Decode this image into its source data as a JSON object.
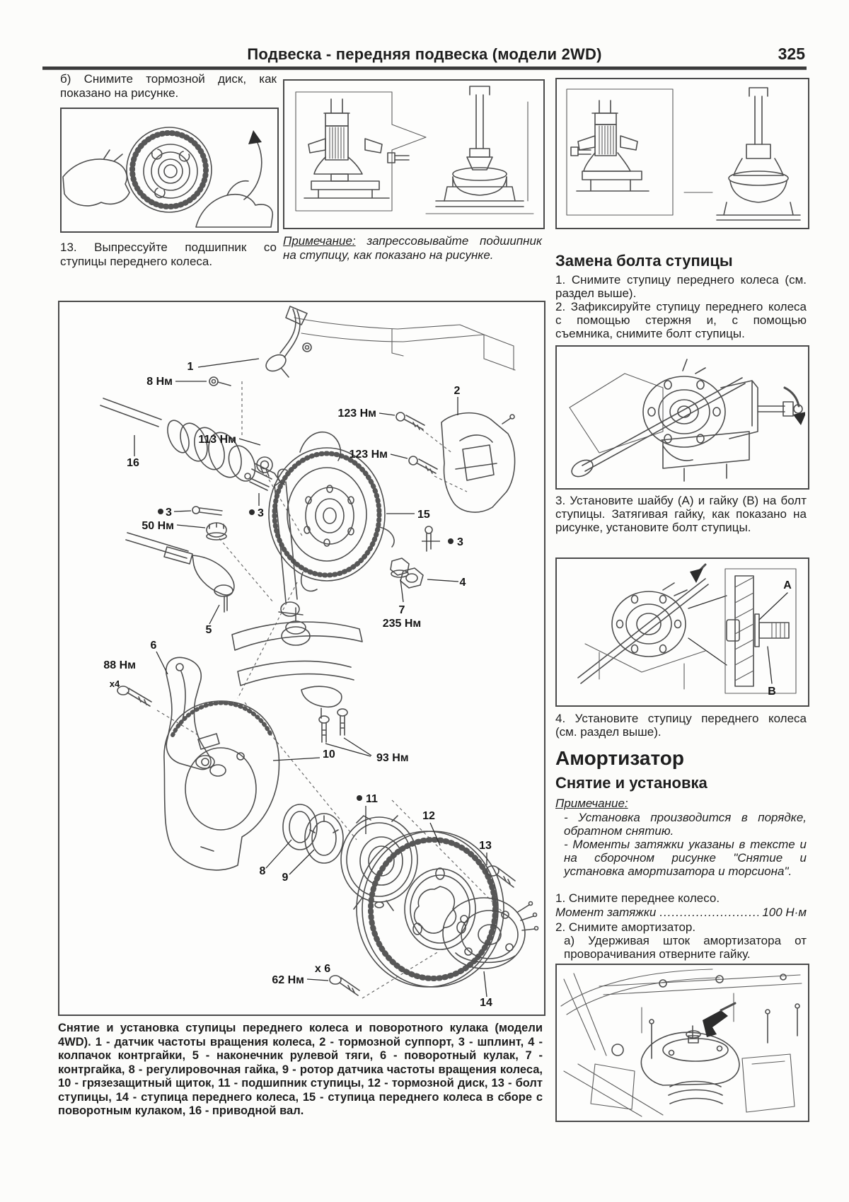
{
  "header": {
    "title": "Подвеска - передняя подвеска (модели 2WD)",
    "page_number": "325"
  },
  "left_column": {
    "step_b": "б) Снимите тормозной диск, как показано на рисунке.",
    "step_13": "13. Выпрессуйте подшипник со ступицы переднего колеса.",
    "press_note_label": "Примечание:",
    "press_note_text": "запрессовывайте подшипник на ступицу, как показано на рисунке."
  },
  "diagram": {
    "caption": "Снятие и установка ступицы переднего колеса и поворотного кулака (модели 4WD). 1 - датчик частоты вращения колеса, 2 - тормозной суппорт, 3 - шплинт, 4 - колпачок контргайки, 5 - наконечник рулевой тяги, 6 - поворотный кулак, 7 - контргайка, 8 - регулировочная гайка, 9 - ротор датчика частоты вращения колеса, 10 - грязезащитный щиток, 11 - подшипник ступицы, 12 - тормозной диск, 13 - болт ступицы, 14 - ступица переднего колеса, 15 - ступица переднего колеса в сборе с поворотным кулаком, 16 - приводной вал.",
    "labels": {
      "n1": "1",
      "n2": "2",
      "n3": "3",
      "n4": "4",
      "n5": "5",
      "n6": "6",
      "n7": "7",
      "n8": "8",
      "n9": "9",
      "n10": "10",
      "n11": "11",
      "n12": "12",
      "n13": "13",
      "n14": "14",
      "n15": "15",
      "n16": "16"
    },
    "torques": {
      "t8": "8 Нм",
      "t113": "113 Нм",
      "t123": "123 Нм",
      "t50": "50 Нм",
      "t88": "88 Нм",
      "t88_qty": "х4",
      "t235": "235 Нм",
      "t93": "93 Нм",
      "t62": "62 Нм",
      "t62_qty": "х 6"
    }
  },
  "hub_bolt_section": {
    "title": "Замена болта ступицы",
    "step1": "1. Снимите ступицу переднего колеса (см. раздел выше).",
    "step2": "2. Зафиксируйте ступицу переднего колеса с помощью стержня и, с помощью съемника, снимите болт ступицы.",
    "step3": "3. Установите шайбу (А) и гайку (В) на болт ступицы. Затягивая гайку, как показано на рисунке, установите болт ступицы.",
    "step4": "4. Установите ступицу переднего колеса (см. раздел выше).",
    "inset_label_a": "А",
    "inset_label_b": "В"
  },
  "shock_section": {
    "title": "Амортизатор",
    "subtitle": "Снятие и установка",
    "note_label": "Примечание:",
    "note_1": "- Установка производится в порядке, обратном снятию.",
    "note_2": "- Моменты затяжки указаны в тексте и на сборочном рисунке \"Снятие и установка амортизатора и торсиона\".",
    "step_1": "1. Снимите переднее колесо.",
    "torque_label": "Момент затяжки",
    "torque_dots": "..........................................",
    "torque_value": "100 Н·м",
    "step_2": "2. Снимите амортизатор.",
    "step_2a": "а) Удерживая шток амортизатора от проворачивания отверните гайку."
  }
}
